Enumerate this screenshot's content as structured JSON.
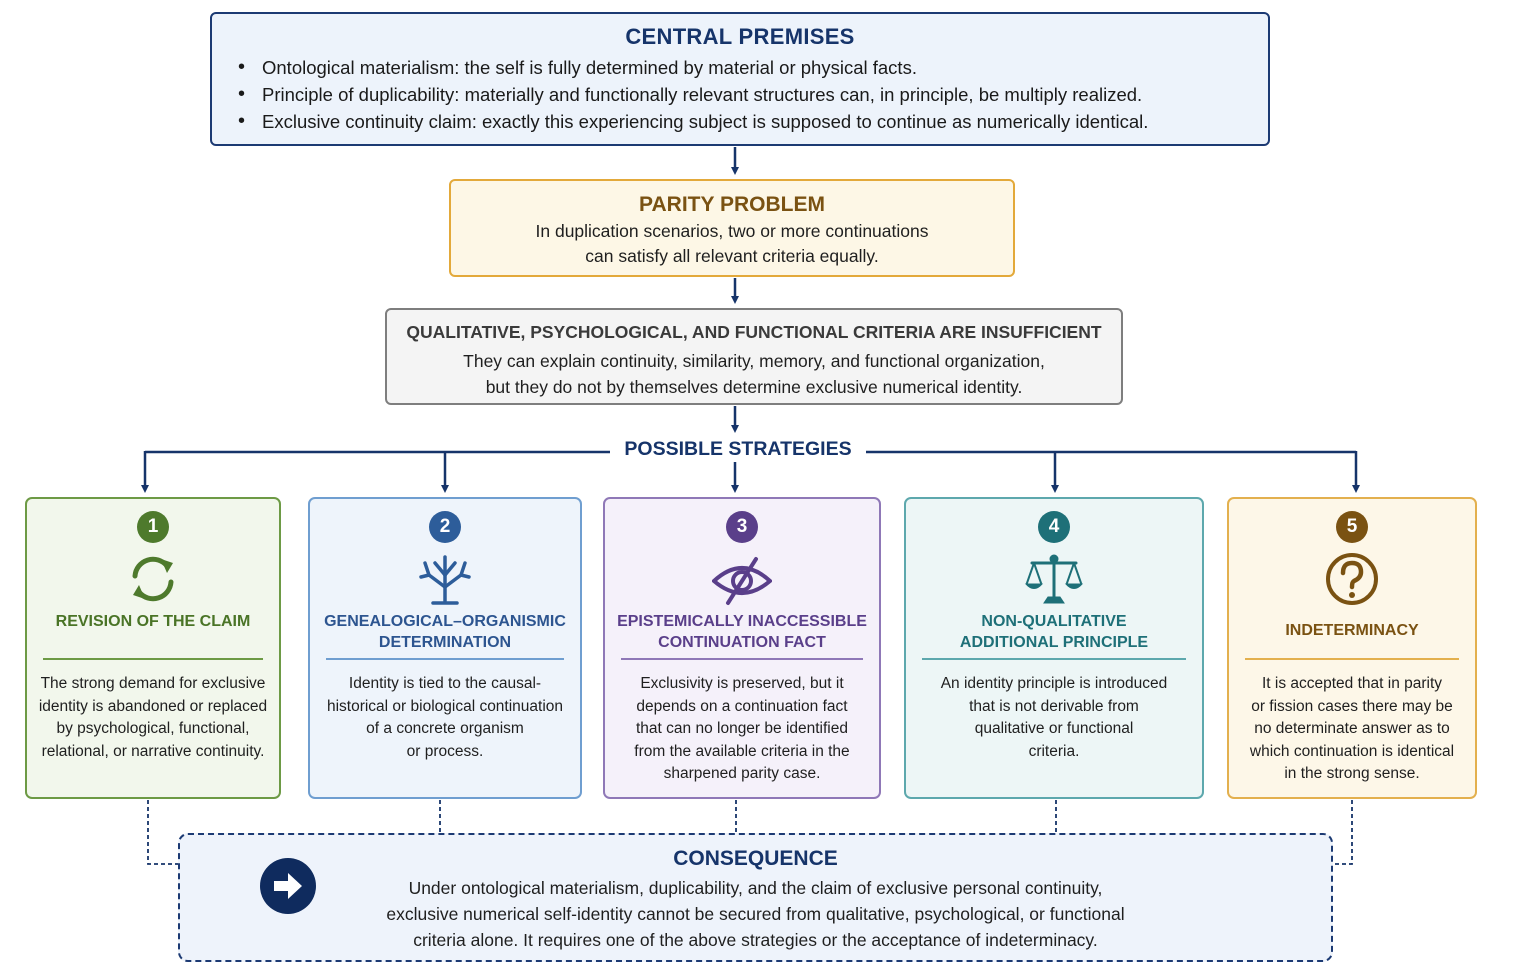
{
  "premises": {
    "title": "CENTRAL PREMISES",
    "items": [
      "Ontological materialism: the self is fully determined by material or physical facts.",
      "Principle of duplicability: materially and functionally relevant structures can, in principle, be multiply realized.",
      "Exclusive continuity claim: exactly this experiencing subject is supposed to continue as numerically identical."
    ]
  },
  "parity": {
    "title": "PARITY PROBLEM",
    "line1": "In duplication scenarios, two or more continuations",
    "line2": "can satisfy all relevant criteria equally."
  },
  "insufficient": {
    "title": "QUALITATIVE, PSYCHOLOGICAL, AND FUNCTIONAL CRITERIA ARE INSUFFICIENT",
    "line1": "They can explain continuity, similarity, memory, and functional organization,",
    "line2": "but they do not by themselves determine exclusive numerical identity."
  },
  "strategies_label": "POSSIBLE STRATEGIES",
  "strategies": [
    {
      "number": "1",
      "icon": "refresh-icon",
      "title_lines": [
        "REVISION OF THE CLAIM"
      ],
      "body_lines": [
        "The strong demand for exclusive",
        "identity is abandoned or replaced",
        "by psychological, functional,",
        "relational, or narrative continuity."
      ]
    },
    {
      "number": "2",
      "icon": "tree-icon",
      "title_lines": [
        "GENEALOGICAL–ORGANISMIC",
        "DETERMINATION"
      ],
      "body_lines": [
        "Identity is tied to the causal-",
        "historical or biological continuation",
        "of a concrete organism",
        "or process."
      ]
    },
    {
      "number": "3",
      "icon": "eye-slash-icon",
      "title_lines": [
        "EPISTEMICALLY INACCESSIBLE",
        "CONTINUATION FACT"
      ],
      "body_lines": [
        "Exclusivity is preserved, but it",
        "depends on a continuation fact",
        "that can no longer be identified",
        "from the available criteria in the",
        "sharpened parity case."
      ]
    },
    {
      "number": "4",
      "icon": "scales-icon",
      "title_lines": [
        "NON-QUALITATIVE",
        "ADDITIONAL PRINCIPLE"
      ],
      "body_lines": [
        "An identity principle is introduced",
        "that is not derivable from",
        "qualitative or functional",
        "criteria."
      ]
    },
    {
      "number": "5",
      "icon": "question-icon",
      "title_lines": [
        "INDETERMINACY"
      ],
      "body_lines": [
        "It is accepted that in parity",
        "or fission cases there may be",
        "no determinate answer as to",
        "which continuation is identical",
        "in the strong sense."
      ]
    }
  ],
  "consequence": {
    "title": "CONSEQUENCE",
    "icon": "arrow-right-circle-icon",
    "line1": "Under ontological materialism, duplicability, and the claim of exclusive personal continuity,",
    "line2": "exclusive numerical self-identity cannot be secured from qualitative, psychological, or functional",
    "line3": "criteria alone. It requires one of the above strategies or the acceptance of indeterminacy."
  },
  "colors": {
    "navy": "#16346a",
    "green": "#4e7a2c",
    "blue": "#2d5d9a",
    "purple": "#5a3f8a",
    "teal": "#1e7078",
    "gold": "#7a5212"
  }
}
